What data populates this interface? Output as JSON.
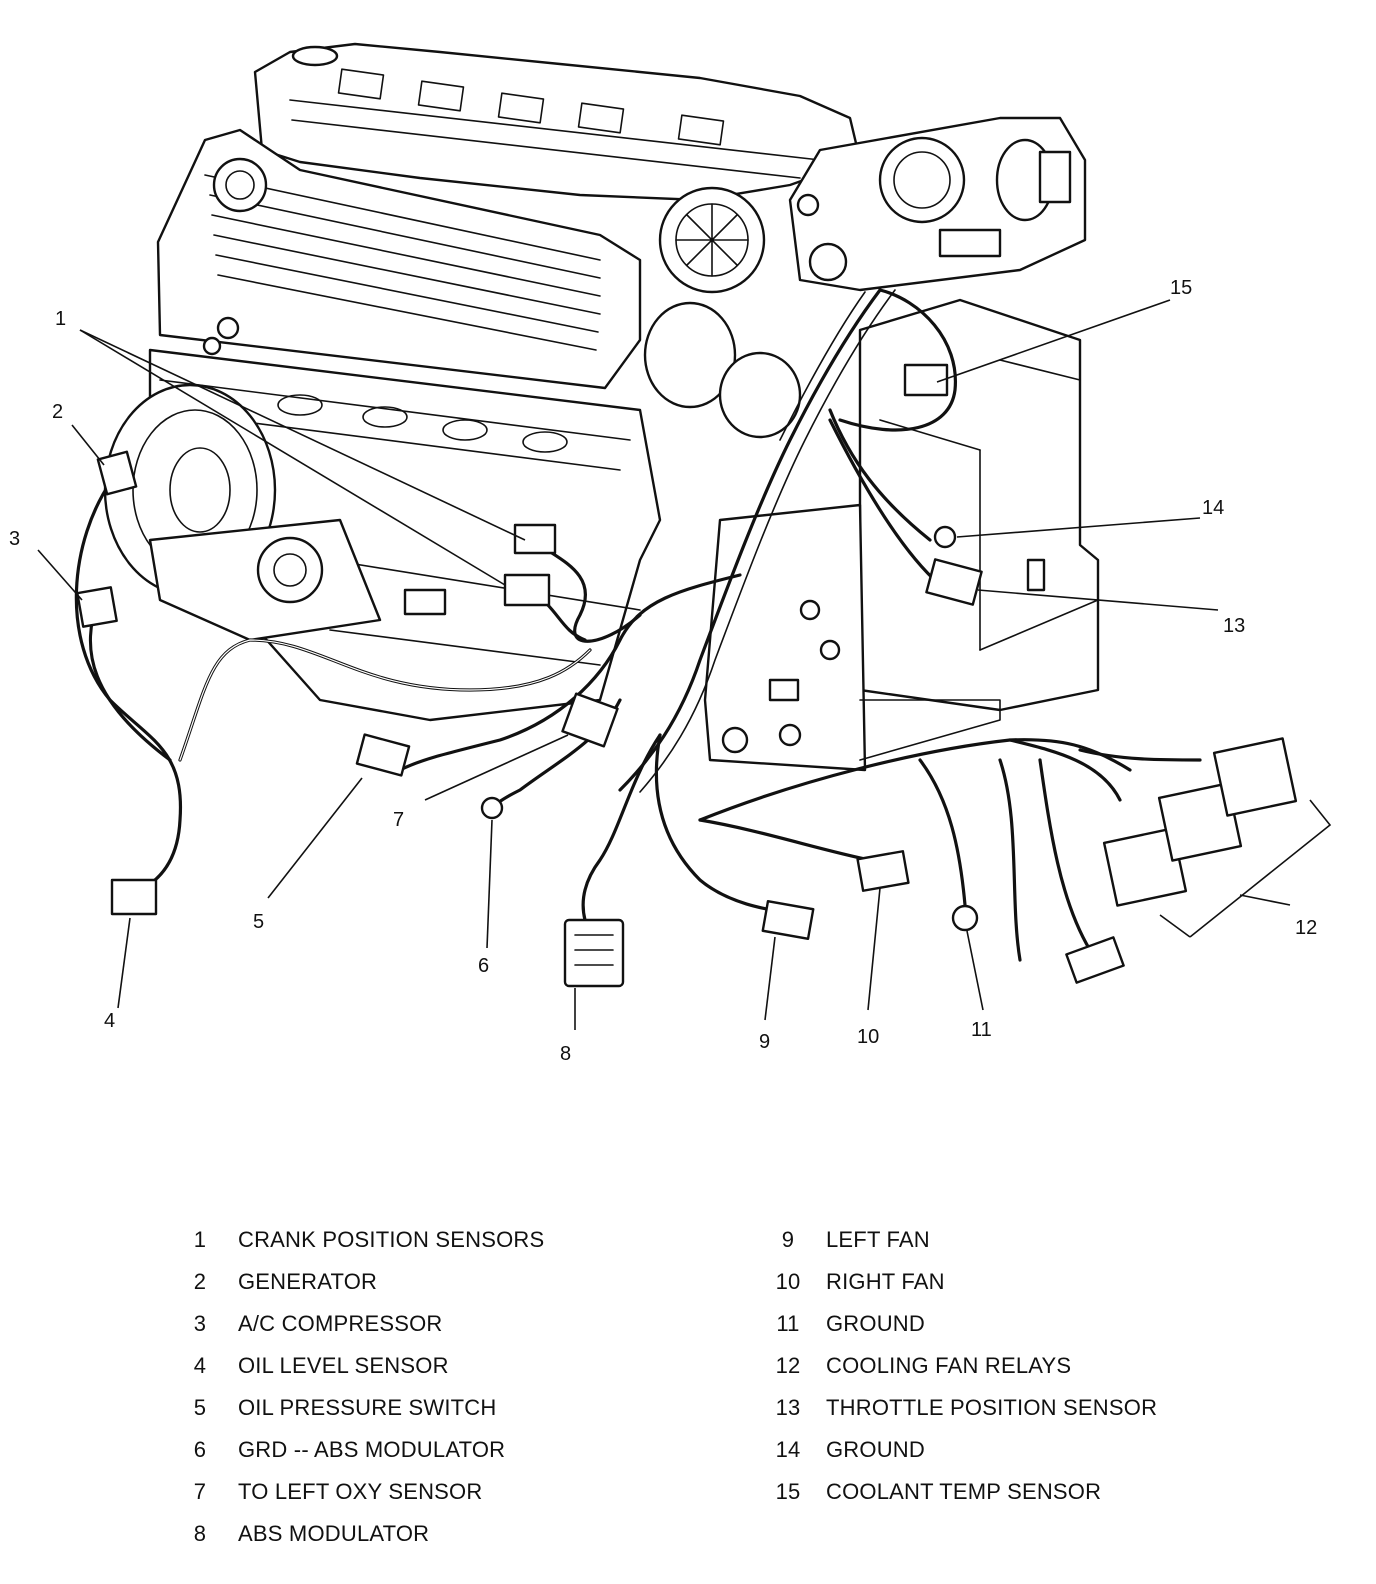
{
  "callouts": [
    "1",
    "2",
    "3",
    "4",
    "5",
    "6",
    "7",
    "8",
    "9",
    "10",
    "11",
    "12",
    "13",
    "14",
    "15"
  ],
  "legend": {
    "left": [
      {
        "num": "1",
        "label": "CRANK POSITION SENSORS"
      },
      {
        "num": "2",
        "label": "GENERATOR"
      },
      {
        "num": "3",
        "label": "A/C COMPRESSOR"
      },
      {
        "num": "4",
        "label": "OIL LEVEL SENSOR"
      },
      {
        "num": "5",
        "label": "OIL PRESSURE SWITCH"
      },
      {
        "num": "6",
        "label": "GRD -- ABS MODULATOR"
      },
      {
        "num": "7",
        "label": "TO LEFT OXY SENSOR"
      },
      {
        "num": "8",
        "label": "ABS MODULATOR"
      }
    ],
    "right": [
      {
        "num": "9",
        "label": "LEFT FAN"
      },
      {
        "num": "10",
        "label": "RIGHT FAN"
      },
      {
        "num": "11",
        "label": "GROUND"
      },
      {
        "num": "12",
        "label": "COOLING FAN RELAYS"
      },
      {
        "num": "13",
        "label": "THROTTLE POSITION SENSOR"
      },
      {
        "num": "14",
        "label": "GROUND"
      },
      {
        "num": "15",
        "label": "COOLANT TEMP SENSOR"
      }
    ]
  }
}
